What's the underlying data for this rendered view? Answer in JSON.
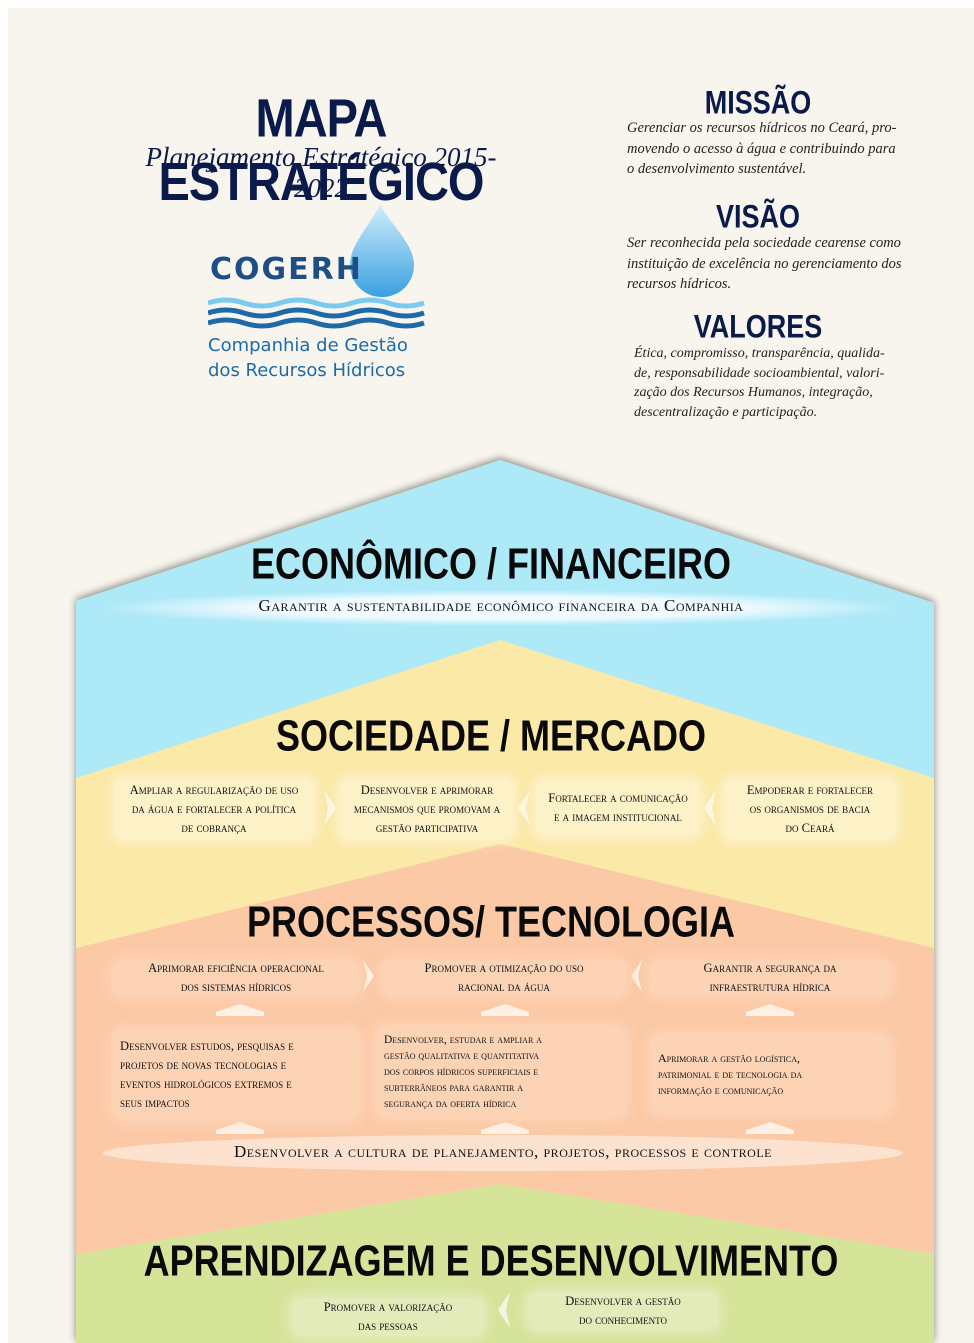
{
  "header": {
    "title": "MAPA ESTRATÉGICO",
    "subtitle": "Planejamento Estratégico 2015-2022"
  },
  "logo": {
    "name": "COGERH",
    "line1": "Companhia de Gestão",
    "line2": "dos Recursos Hídricos"
  },
  "missao": {
    "heading": "MISSÃO",
    "lines": [
      "Gerenciar os recursos hídricos no Ceará, pro-",
      "movendo o acesso à água e contribuindo para",
      "o desenvolvimento sustentável."
    ]
  },
  "visao": {
    "heading": "VISÃO",
    "lines": [
      "Ser reconhecida pela sociedade cearense como",
      "instituição de excelência no gerenciamento dos",
      "recursos hídricos."
    ]
  },
  "valores": {
    "heading": "VALORES",
    "lines": [
      "Ética, compromisso, transparência, qualida-",
      "de, responsabilidade socioambiental, valori-",
      "zação dos Recursos Humanos, integração,",
      "descentralização e participação."
    ]
  },
  "economico": {
    "title": "ECONÔMICO / FINANCEIRO",
    "objective": "Garantir a sustentabilidade econômico financeira da Companhia"
  },
  "sociedade": {
    "title": "SOCIEDADE / MERCADO",
    "objectives": [
      [
        "Ampliar a regularização de uso",
        "da água e fortalecer a política",
        "de cobrança"
      ],
      [
        "Desenvolver e aprimorar",
        "mecanismos que promovam a",
        "gestão participativa"
      ],
      [
        "Fortalecer a comunicação",
        "e a imagem institucional"
      ],
      [
        "Empoderar e fortalecer",
        "os organismos de bacia",
        "do Ceará"
      ]
    ]
  },
  "processos": {
    "title": "PROCESSOS/ TECNOLOGIA",
    "row1": [
      [
        "Aprimorar eficiência operacional",
        "dos sistemas hídricos"
      ],
      [
        "Promover a otimização do uso",
        "racional da água"
      ],
      [
        "Garantir a segurança da",
        "infraestrutura hídrica"
      ]
    ],
    "row2": [
      [
        "Desenvolver estudos, pesquisas e",
        "projetos de novas tecnologias e",
        "eventos hidrológicos extremos e",
        "seus impactos"
      ],
      [
        "Desenvolver, estudar e ampliar a",
        "gestão qualitativa e quantitativa",
        "dos corpos hídricos superficiais e",
        "subterrâneos para garantir a",
        "segurança da oferta hídrica"
      ],
      [
        "Aprimorar a gestão logística,",
        "patrimonial e de tecnologia da",
        "informação e comunicação"
      ]
    ],
    "banner": "Desenvolver a cultura de planejamento, projetos, processos e controle"
  },
  "aprendizagem": {
    "title": "APRENDIZAGEM E DESENVOLVIMENTO",
    "objectives": [
      [
        "Promover a valorização",
        "das pessoas"
      ],
      [
        "Desenvolver a gestão",
        "do conhecimento"
      ]
    ]
  },
  "colors": {
    "economico": "#aee9f8",
    "sociedade": "#fbe9a8",
    "processos": "#fbc9a6",
    "aprendizagem": "#d6e49a",
    "title_navy": "#0a1a4a",
    "logo_blue": "#1e6aa8"
  }
}
